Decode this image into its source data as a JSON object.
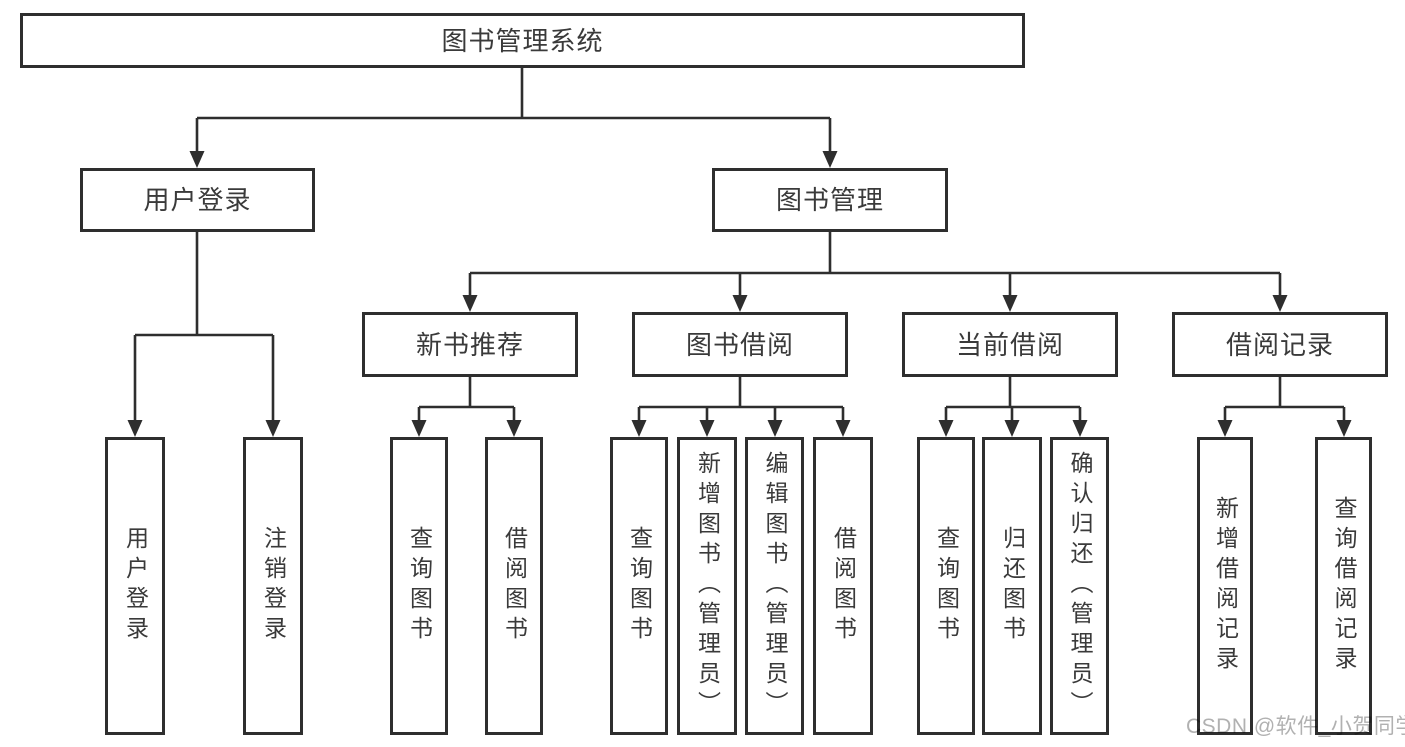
{
  "diagram": {
    "root": "图书管理系统",
    "level2": {
      "user_login": "用户登录",
      "book_management": "图书管理"
    },
    "level3": {
      "new_book_recommend": "新书推荐",
      "book_borrow": "图书借阅",
      "current_borrow": "当前借阅",
      "borrow_record": "借阅记录"
    },
    "leaves": {
      "user_login": "用户登录",
      "logout": "注销登录",
      "nb_query_book": "查询图书",
      "nb_borrow_book": "借阅图书",
      "bb_query_book": "查询图书",
      "bb_add_book": "新增图书（管理员）",
      "bb_edit_book": "编辑图书（管理员）",
      "bb_borrow_book": "借阅图书",
      "cb_query_book": "查询图书",
      "cb_return_book": "归还图书",
      "cb_confirm_return": "确认归还（管理员）",
      "br_add_record": "新增借阅记录",
      "br_query_record": "查询借阅记录"
    }
  },
  "watermark": "CSDN @软件_小贺同学",
  "colors": {
    "line": "#2e2e2e",
    "box_border": "#2e2e2e",
    "text": "#3a3a3a",
    "watermark": "#b1b1b1",
    "background": "#ffffff"
  }
}
